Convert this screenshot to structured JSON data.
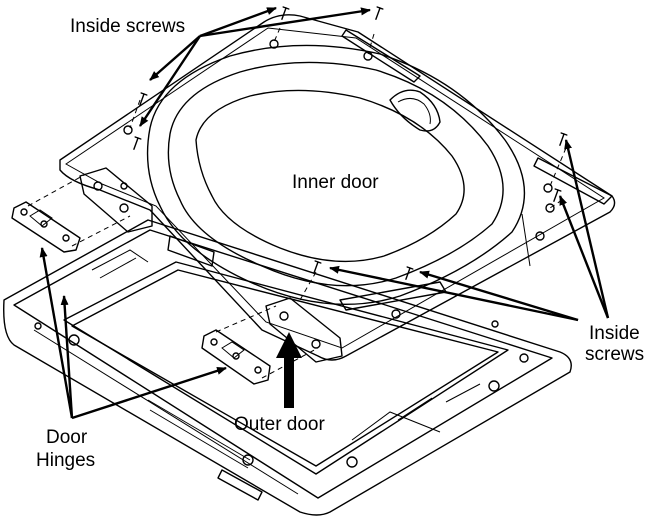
{
  "labels": {
    "inside_screws_top": "Inside screws",
    "inner_door": "Inner door",
    "inside_screws_right_line1": "Inside",
    "inside_screws_right_line2": "screws",
    "outer_door": "Outer door",
    "door_hinges_line1": "Door",
    "door_hinges_line2": "Hinges"
  }
}
